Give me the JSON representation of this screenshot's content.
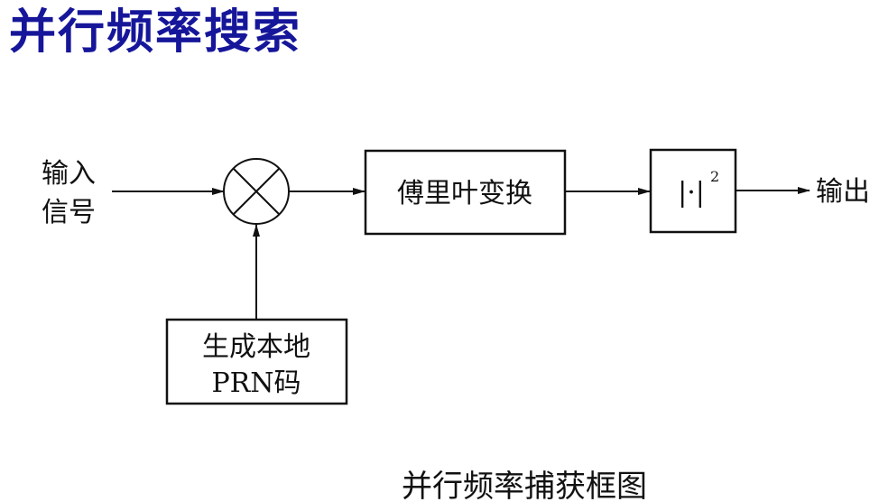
{
  "title": "并行频率搜索",
  "diagram": {
    "input_label_line1": "输入",
    "input_label_line2": "信号",
    "fft_block_label": "傅里叶变换",
    "square_block_label": "|·|",
    "square_block_exponent": "2",
    "output_label": "输出",
    "prn_block_line1": "生成本地",
    "prn_block_line2": "PRN码",
    "caption": "并行频率捕获框图"
  },
  "colors": {
    "title": "#16169a",
    "lines": "#111111"
  }
}
